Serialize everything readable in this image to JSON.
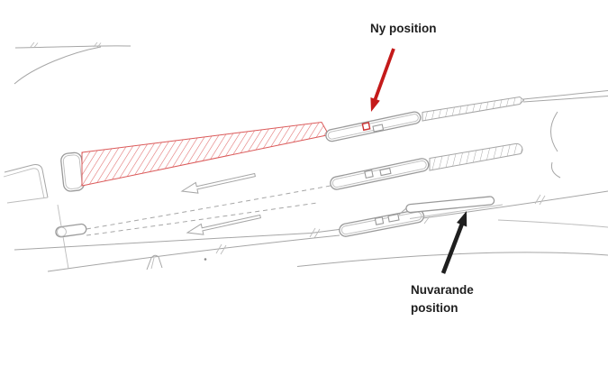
{
  "annotations": {
    "ny": {
      "label": "Ny position",
      "arrow_color": "#c41a1a",
      "points_to": "red-square-marker"
    },
    "nuvarande": {
      "label": "Nuvarande\nposition",
      "arrow_color": "#1f1f1f",
      "points_to": "current-position-outline"
    }
  },
  "colors": {
    "drawing_gray": "#a6a6a6",
    "platform_gray": "#9a9a9a",
    "light_gray": "#bcbcbc",
    "hatch_red": "#e06a6a",
    "wedge_outline": "#db5a5a",
    "marker_red": "#cc3333",
    "annotation_red": "#c41a1a",
    "annotation_black": "#1f1f1f",
    "background": "#ffffff"
  }
}
